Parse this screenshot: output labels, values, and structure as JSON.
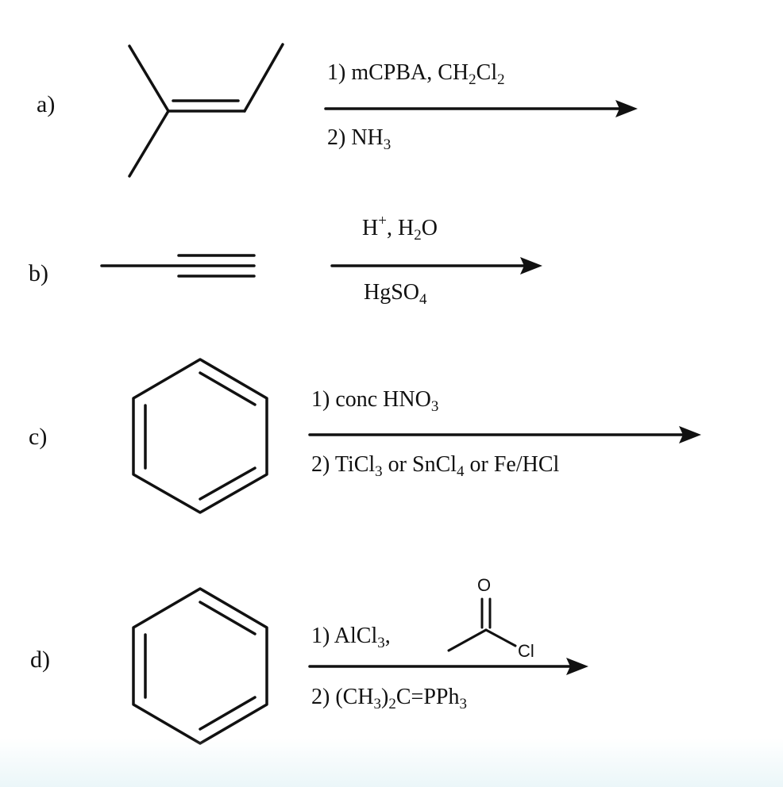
{
  "reactions": [
    {
      "label": "a)",
      "conditions_above": {
        "prefix": "1) mCPBA, CH",
        "sub1": "2",
        "mid": "Cl",
        "sub2": "2"
      },
      "conditions_below": {
        "prefix": "2) NH",
        "sub": "3"
      }
    },
    {
      "label": "b)",
      "conditions_above": {
        "prefix": "H",
        "sup": "+",
        "mid": ", H",
        "sub": "2",
        "suffix": "O"
      },
      "conditions_below": {
        "prefix": "HgSO",
        "sub": "4"
      }
    },
    {
      "label": "c)",
      "conditions_above": {
        "prefix": "1) conc HNO",
        "sub": "3"
      },
      "conditions_below": {
        "prefix": "2) TiCl",
        "sub1": "3",
        "mid": " or SnCl",
        "sub2": "4",
        "suffix": " or Fe/HCl"
      }
    },
    {
      "label": "d)",
      "conditions_above": {
        "prefix": "1) AlCl",
        "sub": "3",
        "suffix": ","
      },
      "acyl_chloride": {
        "oxygen": "O",
        "chlorine": "Cl"
      },
      "conditions_below": {
        "prefix": "2) (CH",
        "sub1": "3",
        "mid": ")",
        "sub2": "2",
        "suffix": "C=PPh",
        "sub3": "3"
      }
    }
  ]
}
